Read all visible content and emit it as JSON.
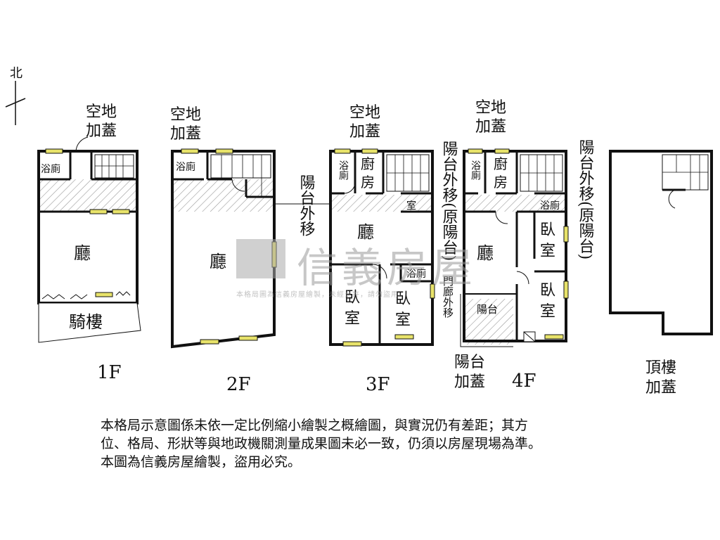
{
  "north": "北",
  "floors": {
    "f1": "1F",
    "f2": "2F",
    "f3": "3F",
    "f4": "4F",
    "roof": "頂樓",
    "roof_sub": "加蓋"
  },
  "labels": {
    "empty_lot": "空地",
    "covered": "加蓋",
    "bath": "浴廁",
    "living": "廳",
    "arcade": "騎樓",
    "kitchen_1": "廚",
    "kitchen_2": "房",
    "bed_1": "臥",
    "bed_2": "室",
    "room_fragment": "室",
    "balcony": "陽台",
    "balcony_out": "陽台外移",
    "balcony_out_orig": "陽台外移(原陽台)",
    "porch_out": "門廊外移"
  },
  "watermark": {
    "brand": "信義房屋",
    "sub": "本格局圖為信義房屋繪製，未經允許，請勿盜用。"
  },
  "disclaimer": {
    "line1": "本格局示意圖係未依一定比例縮小繪製之概繪圖，與實況仍有差距；其方",
    "line2": "位、格局、形狀等與地政機關測量成果圖未必一致，仍須以房屋現場為準。",
    "line3": "本圖為信義房屋繪製，盜用必究。"
  },
  "colors": {
    "window": "#e8e36a",
    "wall": "#111111",
    "hatch": "#9a9a9a",
    "watermark": "#9a9a9a"
  }
}
